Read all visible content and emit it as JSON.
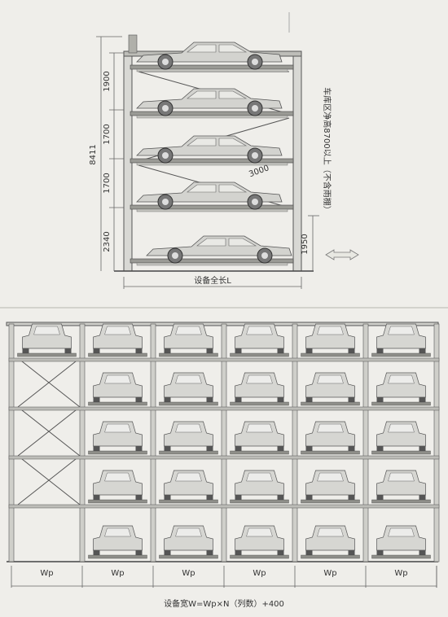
{
  "side_view": {
    "dim_overall": "8411",
    "dim_level_1": "1900",
    "dim_level_2": "1700",
    "dim_level_3": "1700",
    "dim_ground": "2340",
    "dim_diag": "3000",
    "dim_clearance": "1950",
    "length_label": "设备全长L",
    "height_note": "车库区净高8700以上（不含雨棚）"
  },
  "front_view": {
    "column_labels": [
      "Wp",
      "Wp",
      "Wp",
      "Wp",
      "Wp",
      "Wp"
    ],
    "width_formula": "设备宽W=Wp×N（列数）+400"
  },
  "colors": {
    "background": "#efeeea",
    "line": "#555555",
    "car_body": "#cfcfcf",
    "platform": "#8a8a8a"
  }
}
